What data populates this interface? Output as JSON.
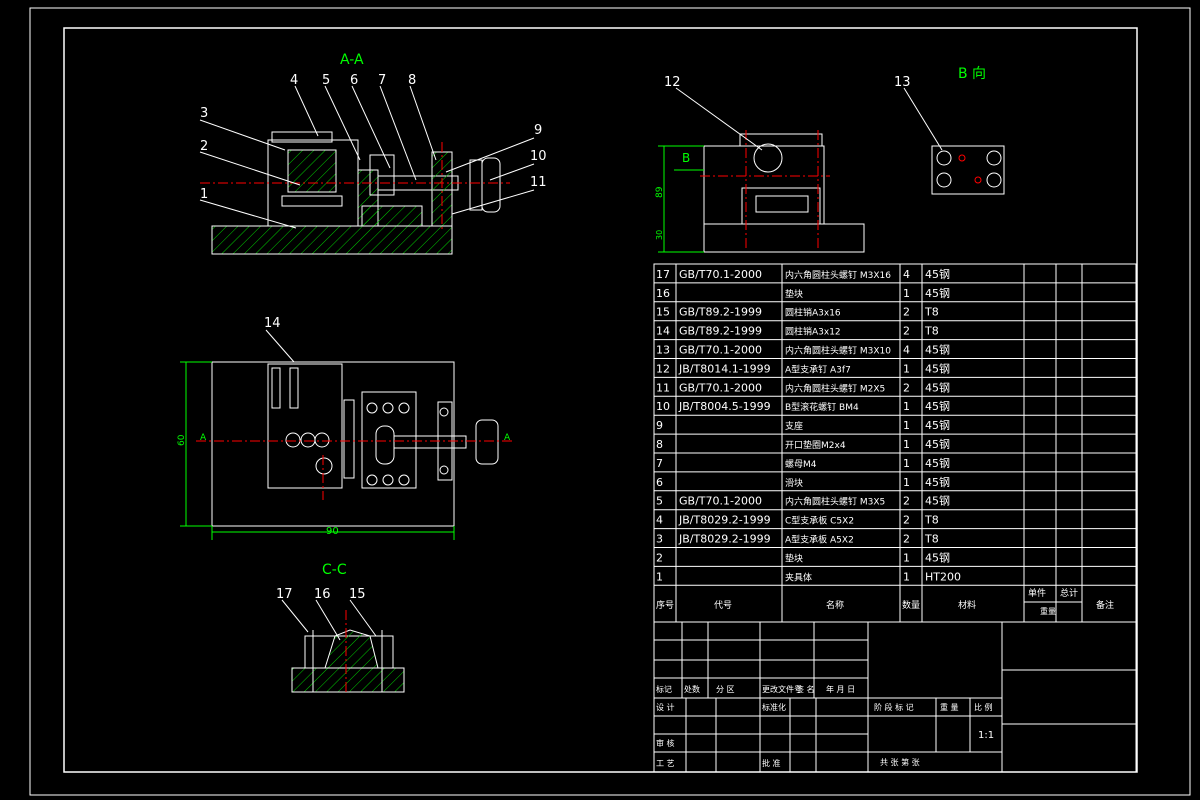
{
  "views": {
    "section_aa": "A-A",
    "section_cc": "C-C",
    "view_b": "B 向",
    "arrow_b": "B",
    "arrow_a_left": "A",
    "arrow_a_right": "A"
  },
  "dimensions": {
    "width": "90",
    "height": "60",
    "side_height": "89",
    "base_height": "30"
  },
  "leaders": {
    "aa": [
      "1",
      "2",
      "3",
      "4",
      "5",
      "6",
      "7",
      "8",
      "9",
      "10",
      "11"
    ],
    "plan": [
      "14"
    ],
    "b_view": [
      "12"
    ],
    "b_dir": [
      "13"
    ],
    "cc": [
      "17",
      "16",
      "15"
    ]
  },
  "bom": {
    "rows": [
      {
        "no": "17",
        "code": "GB/T70.1-2000",
        "name": "内六角圆柱头螺钉 M3X16",
        "qty": "4",
        "mat": "45钢"
      },
      {
        "no": "16",
        "code": "",
        "name": "垫块",
        "qty": "1",
        "mat": "45钢"
      },
      {
        "no": "15",
        "code": "GB/T89.2-1999",
        "name": "圆柱销A3x16",
        "qty": "2",
        "mat": "T8"
      },
      {
        "no": "14",
        "code": "GB/T89.2-1999",
        "name": "圆柱销A3x12",
        "qty": "2",
        "mat": "T8"
      },
      {
        "no": "13",
        "code": "GB/T70.1-2000",
        "name": "内六角圆柱头螺钉 M3X10",
        "qty": "4",
        "mat": "45钢"
      },
      {
        "no": "12",
        "code": "JB/T8014.1-1999",
        "name": "A型支承钉 A3f7",
        "qty": "1",
        "mat": "45钢"
      },
      {
        "no": "11",
        "code": "GB/T70.1-2000",
        "name": "内六角圆柱头螺钉 M2X5",
        "qty": "2",
        "mat": "45钢"
      },
      {
        "no": "10",
        "code": "JB/T8004.5-1999",
        "name": "B型滚花螺钉 BM4",
        "qty": "1",
        "mat": "45钢"
      },
      {
        "no": "9",
        "code": "",
        "name": "支座",
        "qty": "1",
        "mat": "45钢"
      },
      {
        "no": "8",
        "code": "",
        "name": "开口垫圈M2x4",
        "qty": "1",
        "mat": "45钢"
      },
      {
        "no": "7",
        "code": "",
        "name": "螺母M4",
        "qty": "1",
        "mat": "45钢"
      },
      {
        "no": "6",
        "code": "",
        "name": "滑块",
        "qty": "1",
        "mat": "45钢"
      },
      {
        "no": "5",
        "code": "GB/T70.1-2000",
        "name": "内六角圆柱头螺钉 M3X5",
        "qty": "2",
        "mat": "45钢"
      },
      {
        "no": "4",
        "code": "JB/T8029.2-1999",
        "name": "C型支承板 C5X2",
        "qty": "2",
        "mat": "T8"
      },
      {
        "no": "3",
        "code": "JB/T8029.2-1999",
        "name": "A型支承板 A5X2",
        "qty": "2",
        "mat": "T8"
      },
      {
        "no": "2",
        "code": "",
        "name": "垫块",
        "qty": "1",
        "mat": "45钢"
      },
      {
        "no": "1",
        "code": "",
        "name": "夹具体",
        "qty": "1",
        "mat": "HT200"
      }
    ],
    "header": {
      "no": "序号",
      "code": "代号",
      "name": "名称",
      "qty": "数量",
      "mat": "材料",
      "unit": "单件",
      "total": "总计",
      "weight": "重量",
      "remark": "备注"
    }
  },
  "titleblock": {
    "mark": "标记",
    "count": "处数",
    "zone": "分 区",
    "docno": "更改文件号",
    "sign": "签 名",
    "date": "年 月 日",
    "design": "设 计",
    "standard": "标准化",
    "review": "审 核",
    "process": "工 艺",
    "approve": "批 准",
    "stage": "阶 段 标 记",
    "weight": "重 量",
    "scale": "比 例",
    "scale_value": "1:1",
    "sheets": "共  张  第  张"
  },
  "colors": {
    "background": "#000000",
    "outline": "#ffffff",
    "hatch": "#00cc00",
    "center": "#ff0000",
    "dimension": "#00ff00",
    "title": "#00ff00",
    "hidden": "#ff00ff"
  }
}
